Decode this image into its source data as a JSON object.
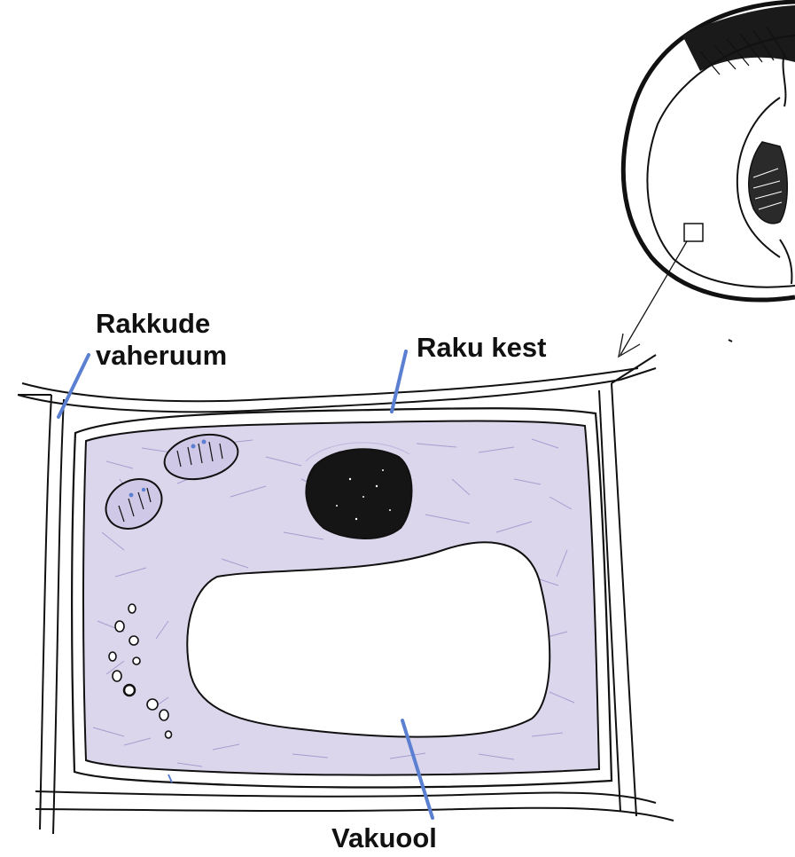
{
  "labels": {
    "intercellular_space_line1": "Rakkude",
    "intercellular_space_line2": "vaheruum",
    "cell_wall": "Raku kest",
    "vacuole": "Vakuool"
  },
  "colors": {
    "background": "#ffffff",
    "outline": "#111111",
    "cytoplasm": "#dcd6ec",
    "cytoplasm_texture": "#9a8fc8",
    "pointer_line": "#5b7fd1",
    "nucleus": "#151515",
    "label_text": "#111111"
  },
  "icons": {
    "organ": "fruit-cross-section-icon",
    "magnify": "magnify-arrow-icon"
  }
}
